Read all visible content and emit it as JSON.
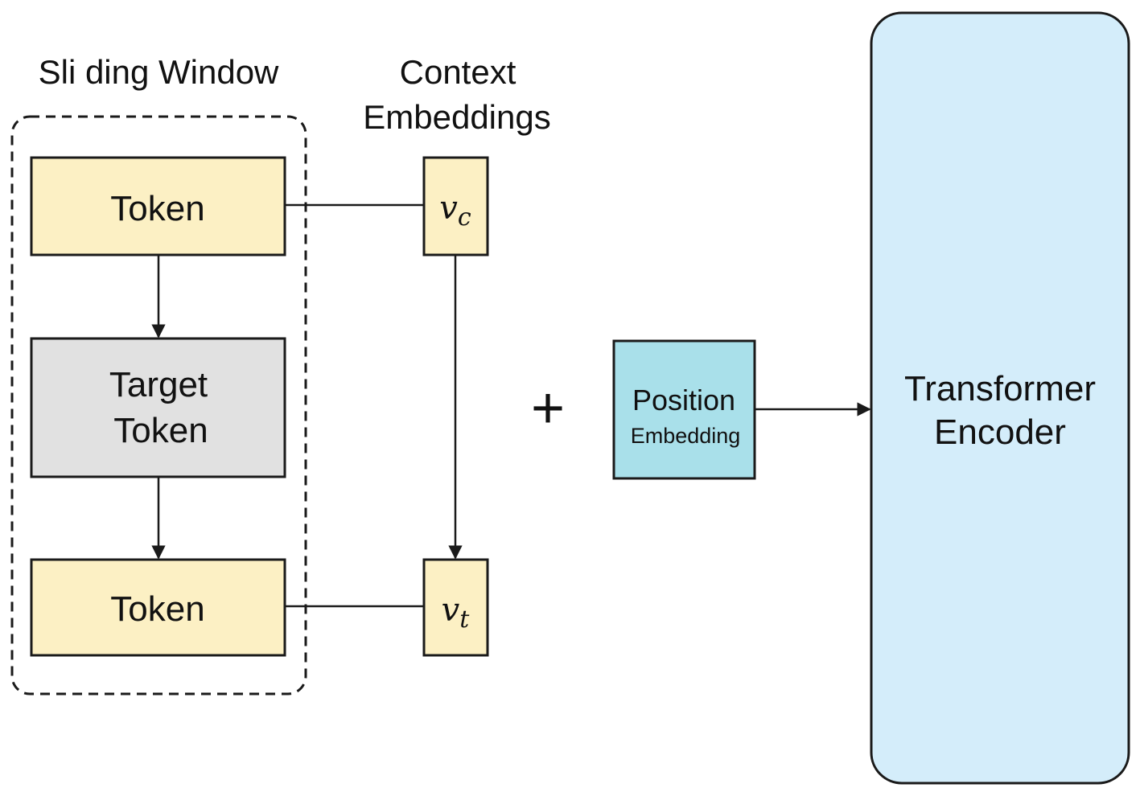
{
  "sliding_window": {
    "title": "Sli ding Window",
    "tokens": {
      "top": "Token",
      "target_line1": "Target",
      "target_line2": "Token",
      "bottom": "Token"
    }
  },
  "context_embeddings": {
    "title_line1": "Context",
    "title_line2": "Embeddings",
    "vc_symbol": "v",
    "vc_subscript": "c",
    "vt_symbol": "v",
    "vt_subscript": "t"
  },
  "plus_sign": "+",
  "position_embedding": {
    "line1": "Position",
    "line2": "Embedding"
  },
  "transformer_encoder": {
    "line1": "Transformer",
    "line2": "Encoder"
  },
  "colors": {
    "token_fill": "#fcf0c4",
    "target_fill": "#e1e1e1",
    "position_fill": "#a9e0ea",
    "encoder_fill": "#d4edfa",
    "stroke": "#1a1a1a"
  }
}
